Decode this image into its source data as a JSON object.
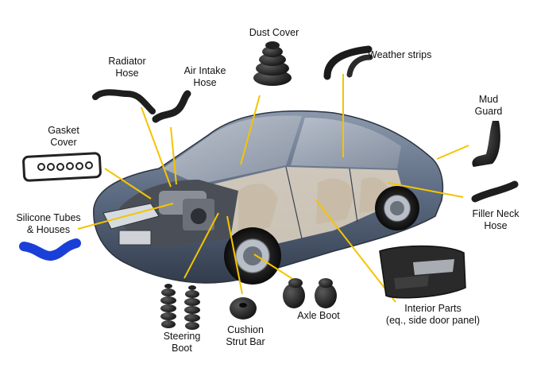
{
  "labels": {
    "dust_cover": [
      "Dust Cover"
    ],
    "weather_strips": [
      "Weather strips"
    ],
    "radiator_hose": [
      "Radiator",
      "Hose"
    ],
    "air_intake_hose": [
      "Air Intake",
      "Hose"
    ],
    "gasket_cover": [
      "Gasket",
      "Cover"
    ],
    "mud_guard": [
      "Mud",
      "Guard"
    ],
    "silicone_tubes": [
      "Silicone Tubes",
      "& Houses"
    ],
    "filler_neck_hose": [
      "Filler Neck",
      "Hose"
    ],
    "interior_parts": [
      "Interior Parts",
      "(eq., side door panel)"
    ],
    "steering_boot": [
      "Steering",
      "Boot"
    ],
    "cushion_strut_bar": [
      "Cushion",
      "Strut Bar"
    ],
    "axle_boot": [
      "Axle Boot"
    ]
  },
  "colors": {
    "leader_line": "#f5c400",
    "part_rubber": "#1c1c1c",
    "silicone_tube": "#1a3fd8",
    "car_body": "#5b6a80",
    "interior": "#d9cfbf"
  }
}
